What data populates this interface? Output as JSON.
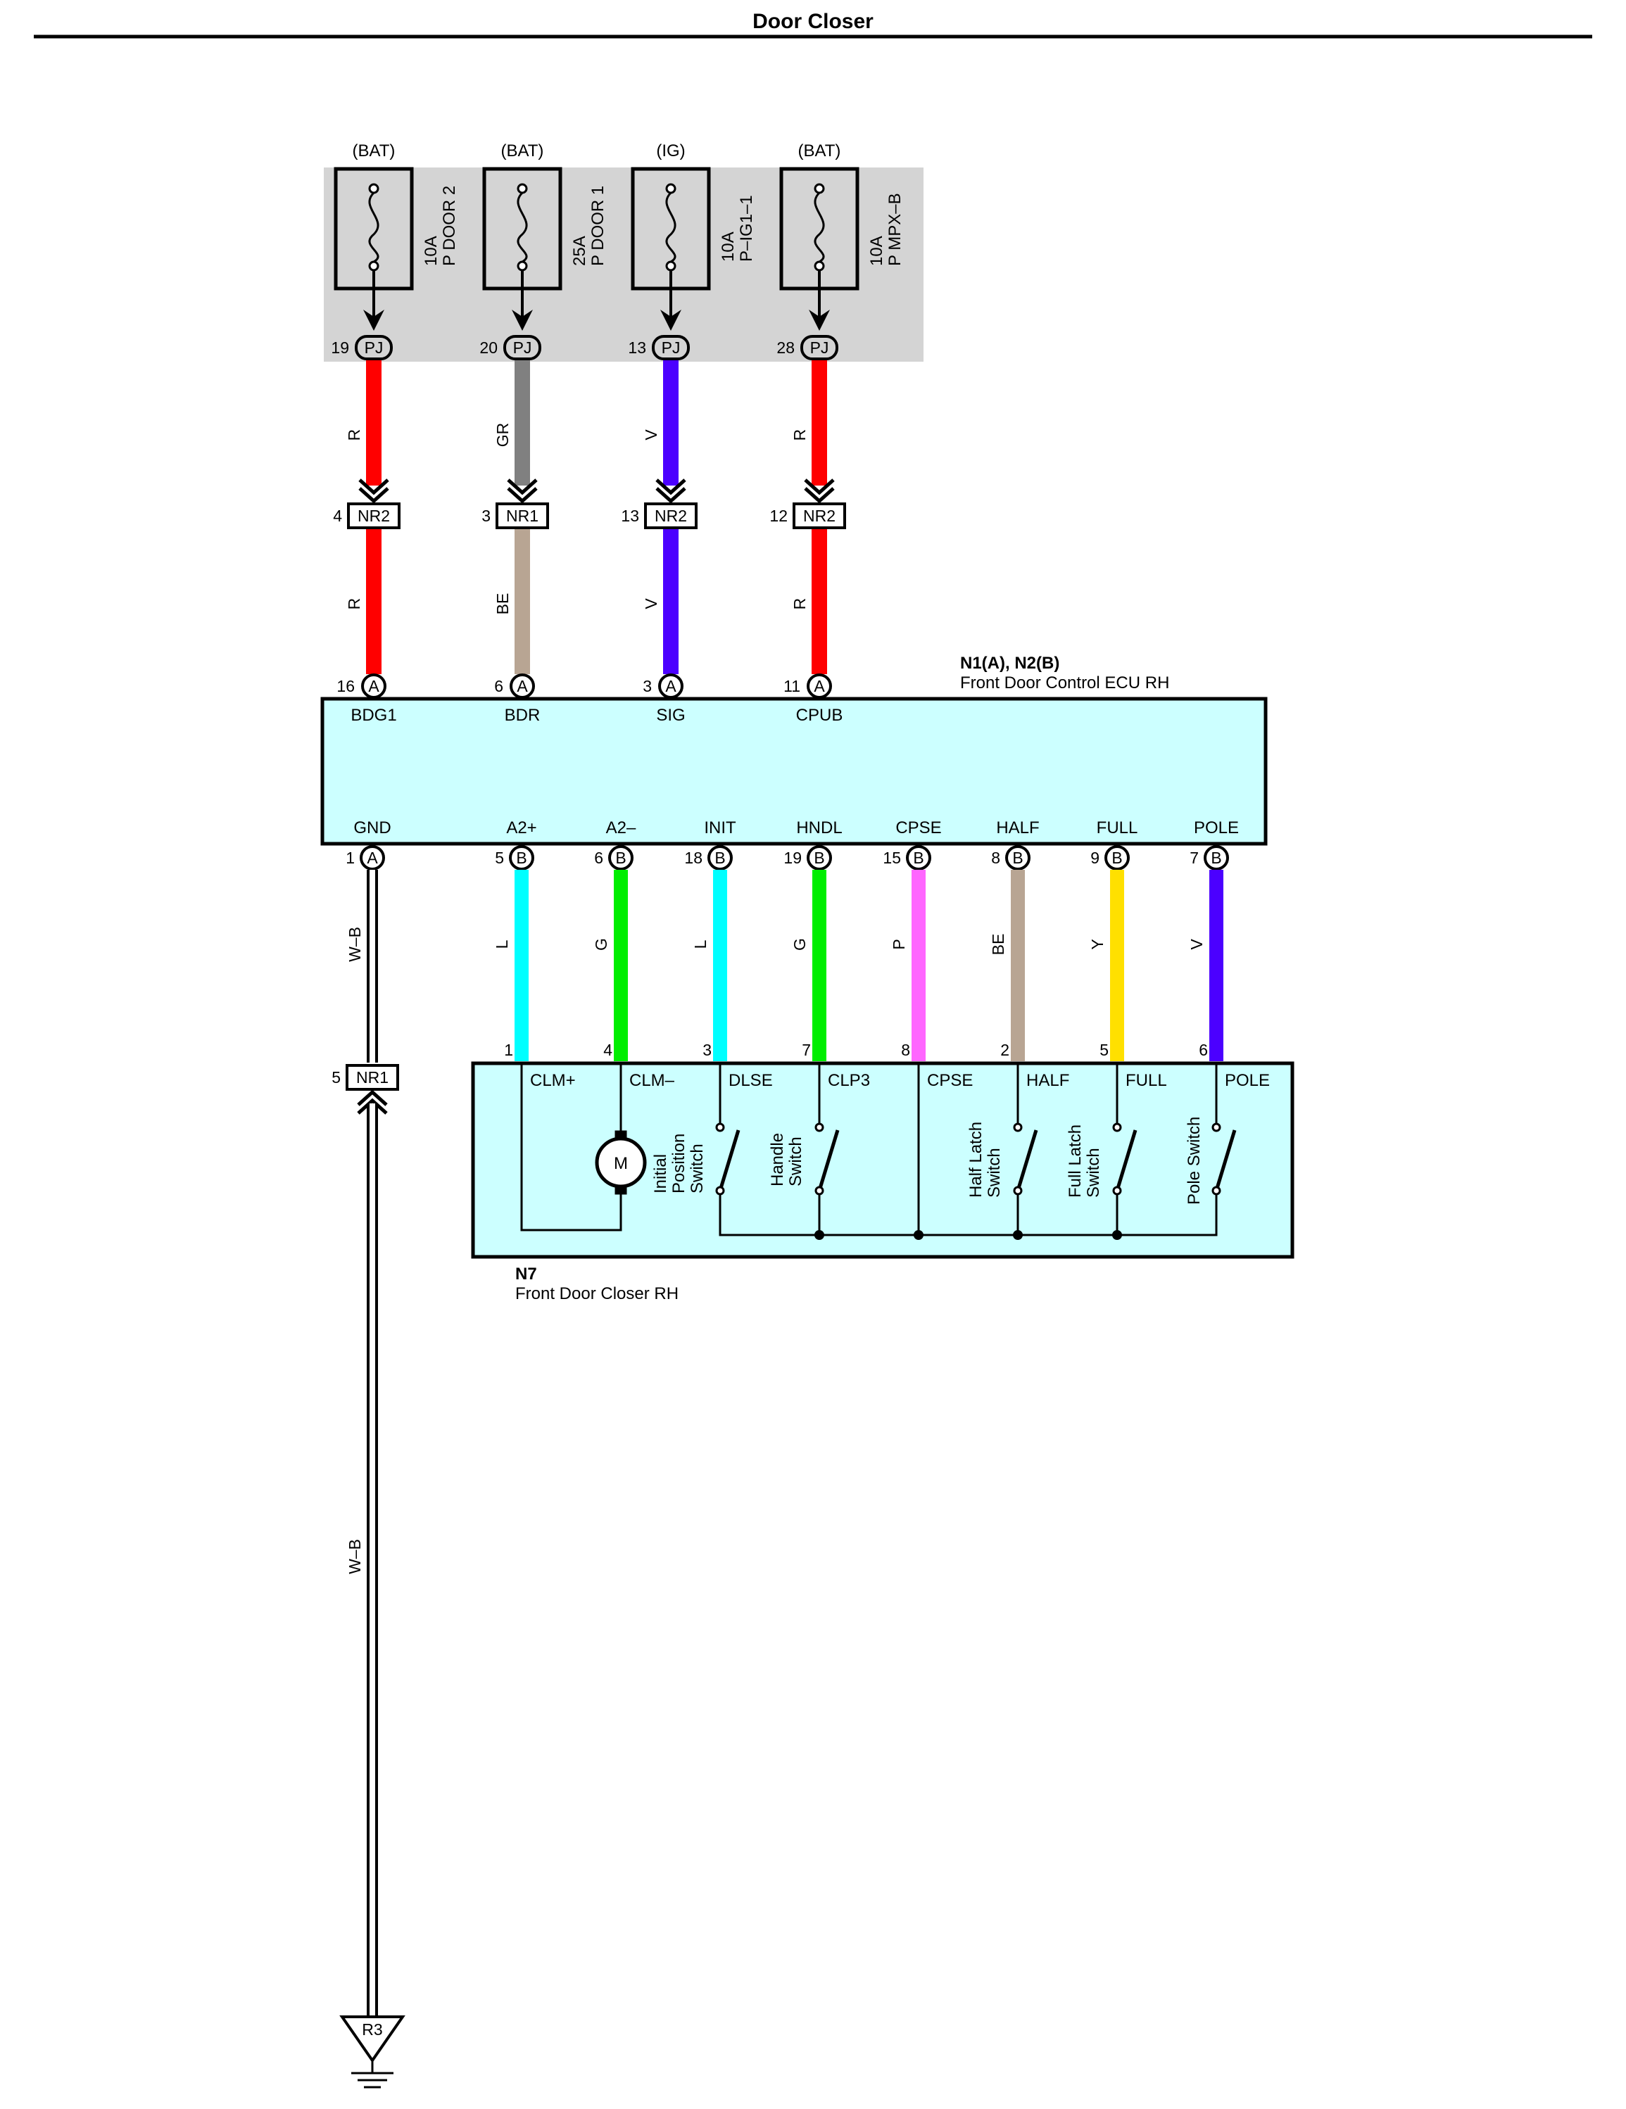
{
  "title": "Door Closer",
  "fuses": [
    {
      "source": "(BAT)",
      "rating": "10A",
      "name": "P DOOR 2",
      "pin": "19",
      "conn": "PJ"
    },
    {
      "source": "(BAT)",
      "rating": "25A",
      "name": "P DOOR 1",
      "pin": "20",
      "conn": "PJ"
    },
    {
      "source": "(IG)",
      "rating": "10A",
      "name": "P–IG1–1",
      "pin": "13",
      "conn": "PJ"
    },
    {
      "source": "(BAT)",
      "rating": "10A",
      "name": "P MPX–B",
      "pin": "28",
      "conn": "PJ"
    }
  ],
  "upper_wires": [
    {
      "top_color_code": "R",
      "top_color": "#ff0000",
      "jc_pin": "4",
      "jc_name": "NR2",
      "bottom_color_code": "R",
      "bottom_color": "#ff0000",
      "ecu_pin": "16",
      "ecu_conn": "A",
      "ecu_terminal": "BDG1"
    },
    {
      "top_color_code": "GR",
      "top_color": "#808080",
      "jc_pin": "3",
      "jc_name": "NR1",
      "bottom_color_code": "BE",
      "bottom_color": "#b8a593",
      "ecu_pin": "6",
      "ecu_conn": "A",
      "ecu_terminal": "BDR"
    },
    {
      "top_color_code": "V",
      "top_color": "#4b00ff",
      "jc_pin": "13",
      "jc_name": "NR2",
      "bottom_color_code": "V",
      "bottom_color": "#4b00ff",
      "ecu_pin": "3",
      "ecu_conn": "A",
      "ecu_terminal": "SIG"
    },
    {
      "top_color_code": "R",
      "top_color": "#ff0000",
      "jc_pin": "12",
      "jc_name": "NR2",
      "bottom_color_code": "R",
      "bottom_color": "#ff0000",
      "ecu_pin": "11",
      "ecu_conn": "A",
      "ecu_terminal": "CPUB"
    }
  ],
  "ecu": {
    "id": "N1(A), N2(B)",
    "name": "Front Door Control ECU RH",
    "fill": "#ccffff"
  },
  "ground_wire": {
    "terminal": "GND",
    "ecu_pin": "1",
    "ecu_conn": "A",
    "color_code": "W–B",
    "jc_pin": "5",
    "jc_name": "NR1",
    "ground_point": "R3"
  },
  "lower_wires": [
    {
      "terminal": "A2+",
      "ecu_pin": "5",
      "ecu_conn": "B",
      "color_code": "L",
      "color": "#00ffff",
      "closer_pin": "1",
      "closer_terminal": "CLM+"
    },
    {
      "terminal": "A2–",
      "ecu_pin": "6",
      "ecu_conn": "B",
      "color_code": "G",
      "color": "#00ee00",
      "closer_pin": "4",
      "closer_terminal": "CLM–"
    },
    {
      "terminal": "INIT",
      "ecu_pin": "18",
      "ecu_conn": "B",
      "color_code": "L",
      "color": "#00ffff",
      "closer_pin": "3",
      "closer_terminal": "DLSE"
    },
    {
      "terminal": "HNDL",
      "ecu_pin": "19",
      "ecu_conn": "B",
      "color_code": "G",
      "color": "#00ee00",
      "closer_pin": "7",
      "closer_terminal": "CLP3"
    },
    {
      "terminal": "CPSE",
      "ecu_pin": "15",
      "ecu_conn": "B",
      "color_code": "P",
      "color": "#ff66ff",
      "closer_pin": "8",
      "closer_terminal": "CPSE"
    },
    {
      "terminal": "HALF",
      "ecu_pin": "8",
      "ecu_conn": "B",
      "color_code": "BE",
      "color": "#b8a593",
      "closer_pin": "2",
      "closer_terminal": "HALF"
    },
    {
      "terminal": "FULL",
      "ecu_pin": "9",
      "ecu_conn": "B",
      "color_code": "Y",
      "color": "#ffe000",
      "closer_pin": "5",
      "closer_terminal": "FULL"
    },
    {
      "terminal": "POLE",
      "ecu_pin": "7",
      "ecu_conn": "B",
      "color_code": "V",
      "color": "#4b00ff",
      "closer_pin": "6",
      "closer_terminal": "POLE"
    }
  ],
  "closer": {
    "id": "N7",
    "name": "Front Door Closer RH",
    "fill": "#ccffff",
    "motor_label": "M",
    "switches": [
      {
        "line1": "Initial",
        "line2": "Position",
        "line3": "Switch"
      },
      {
        "line1": "Handle",
        "line2": "Switch"
      },
      {
        "line1": "Half Latch",
        "line2": "Switch"
      },
      {
        "line1": "Full Latch",
        "line2": "Switch"
      },
      {
        "line1": "Pole Switch"
      }
    ]
  }
}
